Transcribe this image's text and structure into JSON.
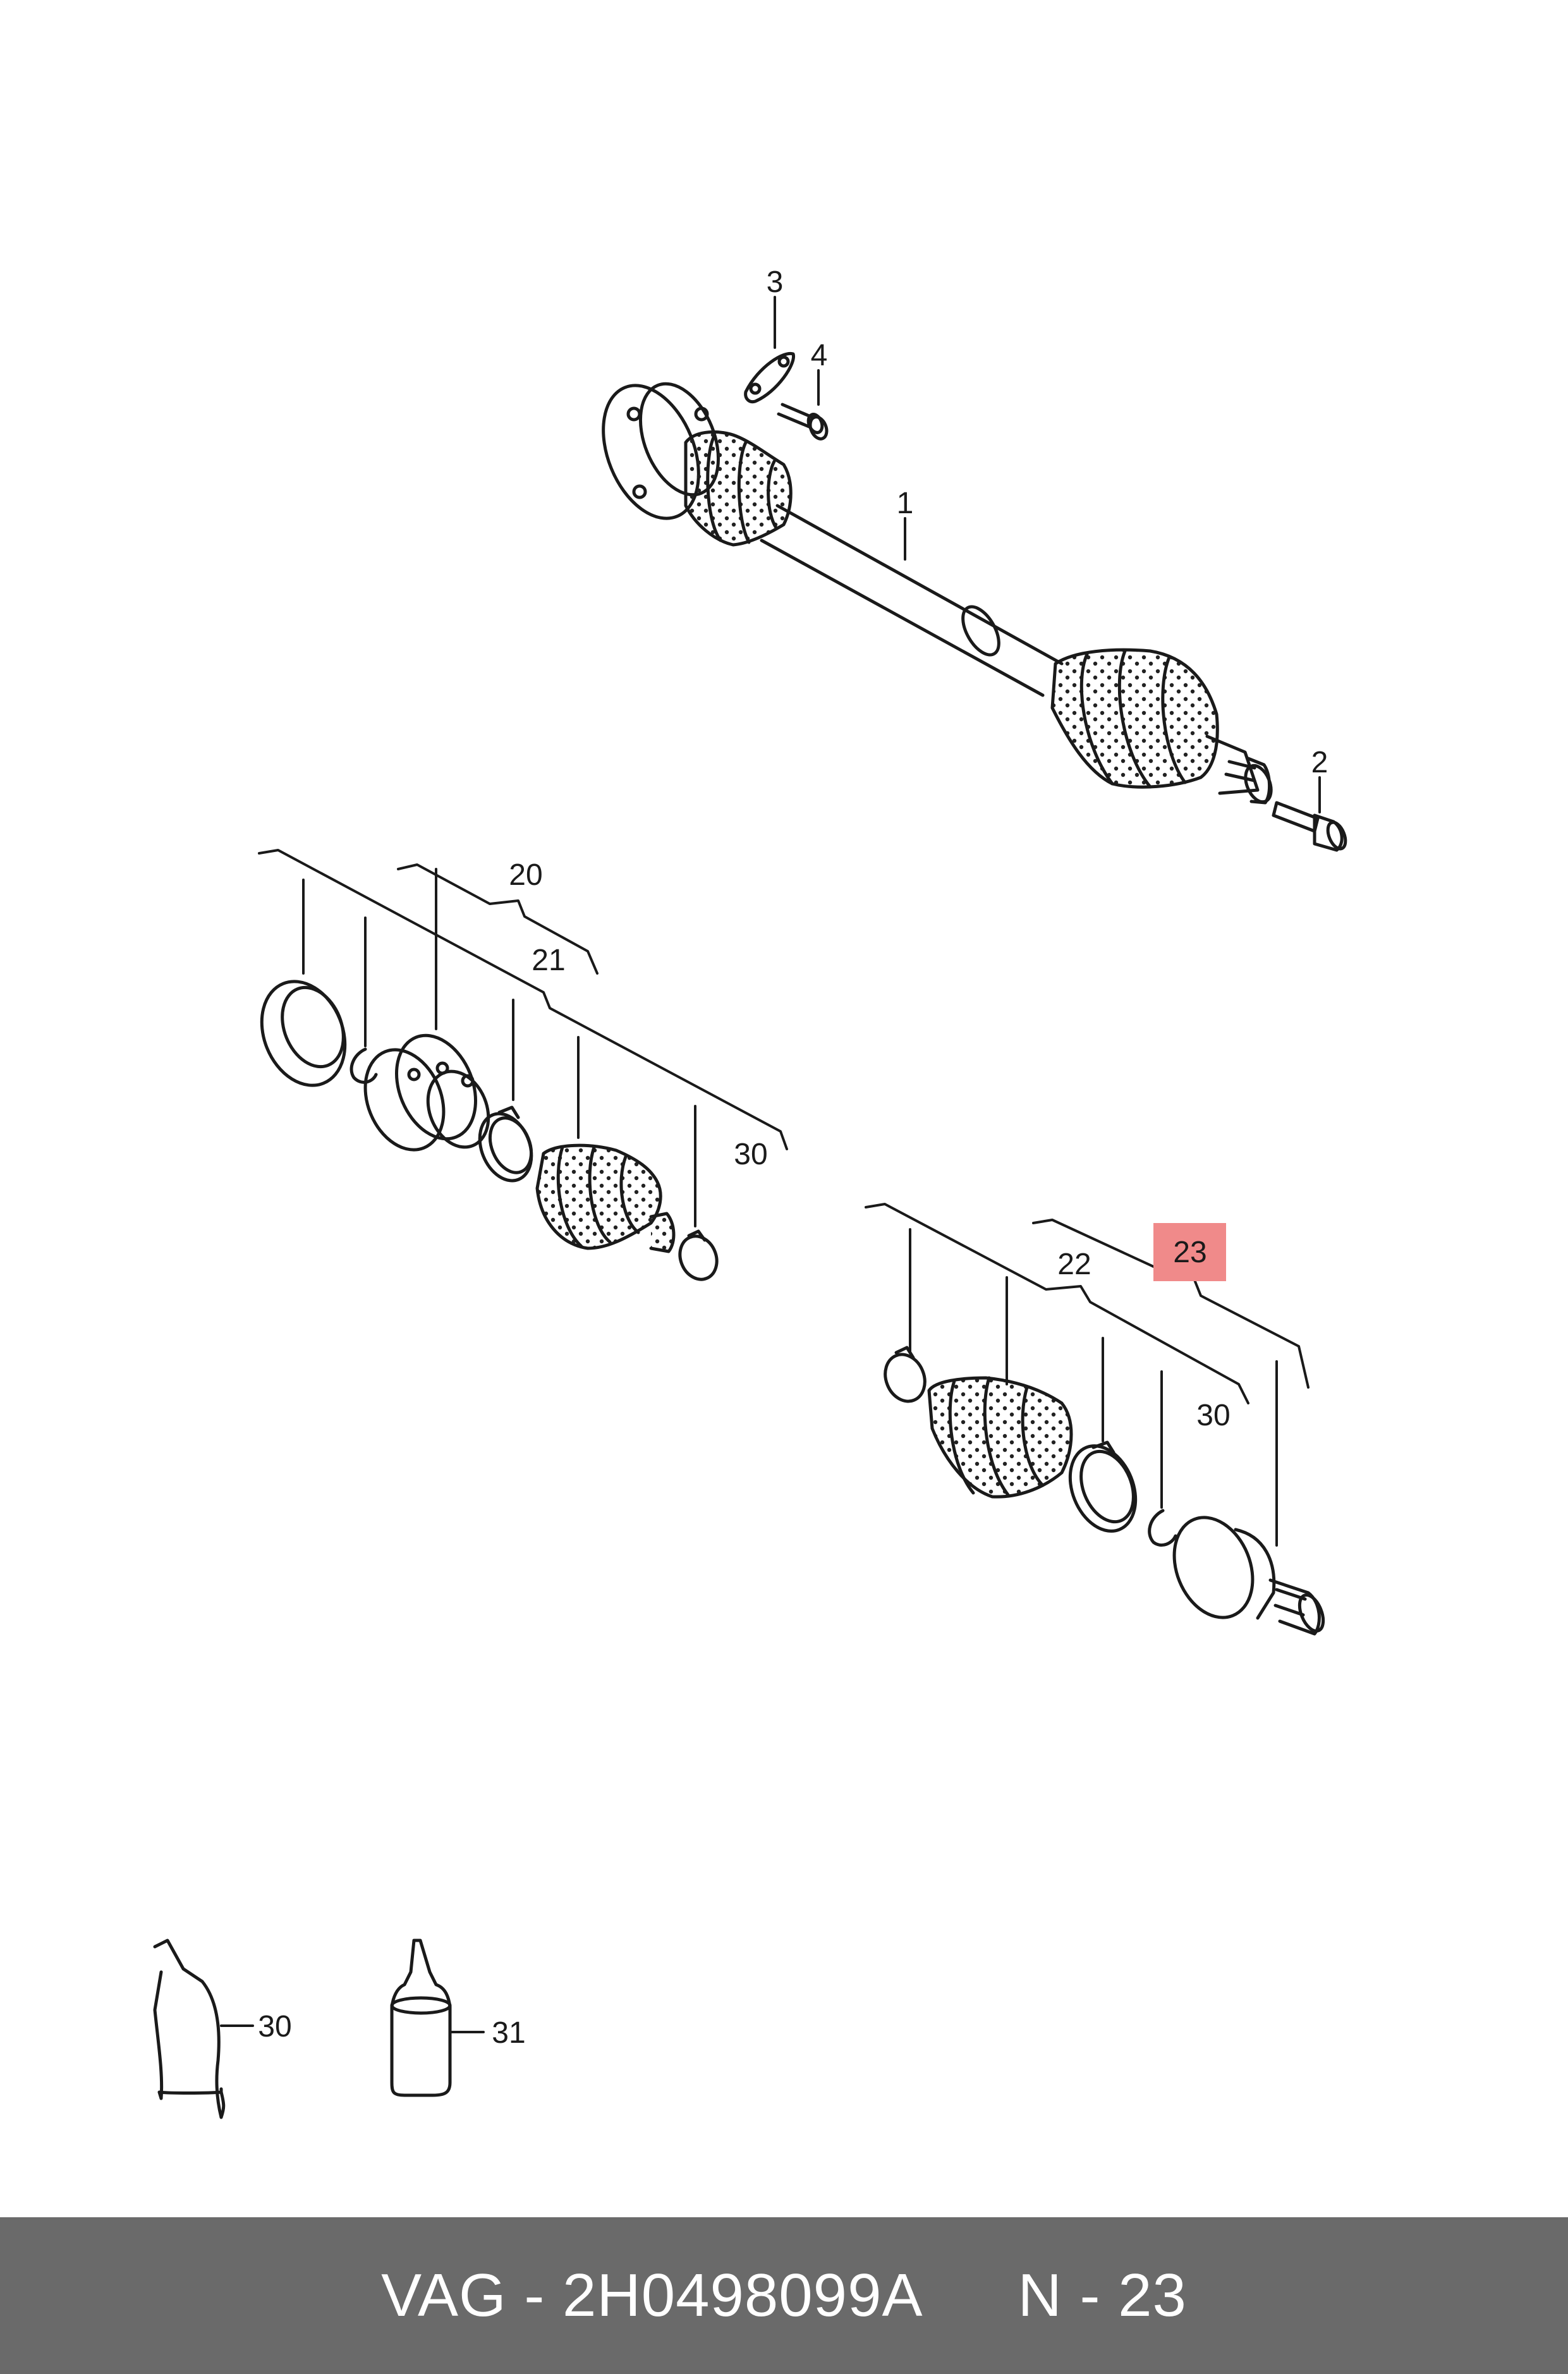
{
  "labels": {
    "l1": "1",
    "l2": "2",
    "l3": "3",
    "l4": "4",
    "l20": "20",
    "l21": "21",
    "l22": "22",
    "l23": "23",
    "l30a": "30",
    "l30b": "30",
    "l30c": "30",
    "l31": "31"
  },
  "highlight": {
    "color": "#f08a8a",
    "part": "23"
  },
  "footer": {
    "part_ref": "VAG - 2H0498099A",
    "position_ref": "N - 23",
    "background": "#6a6a6a"
  }
}
